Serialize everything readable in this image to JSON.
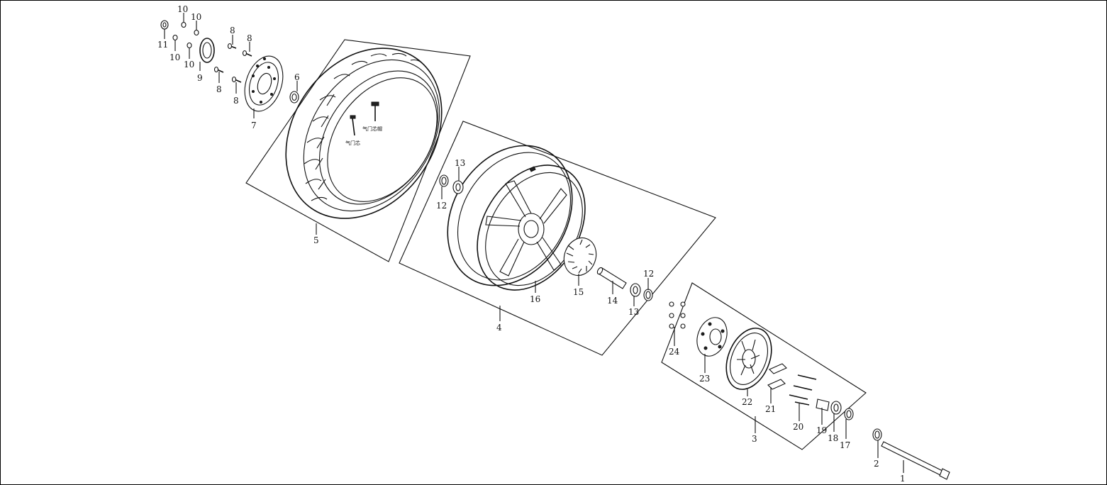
{
  "diagram": {
    "labels": [
      "1",
      "2",
      "3",
      "4",
      "5",
      "6",
      "7",
      "8",
      "8",
      "8",
      "8",
      "9",
      "10",
      "10",
      "10",
      "10",
      "11",
      "12",
      "12",
      "13",
      "13",
      "14",
      "15",
      "16",
      "17",
      "18",
      "19",
      "20",
      "21",
      "22",
      "23",
      "24"
    ],
    "chinese_labels": [
      "气门芯帽",
      "气门芯"
    ]
  }
}
